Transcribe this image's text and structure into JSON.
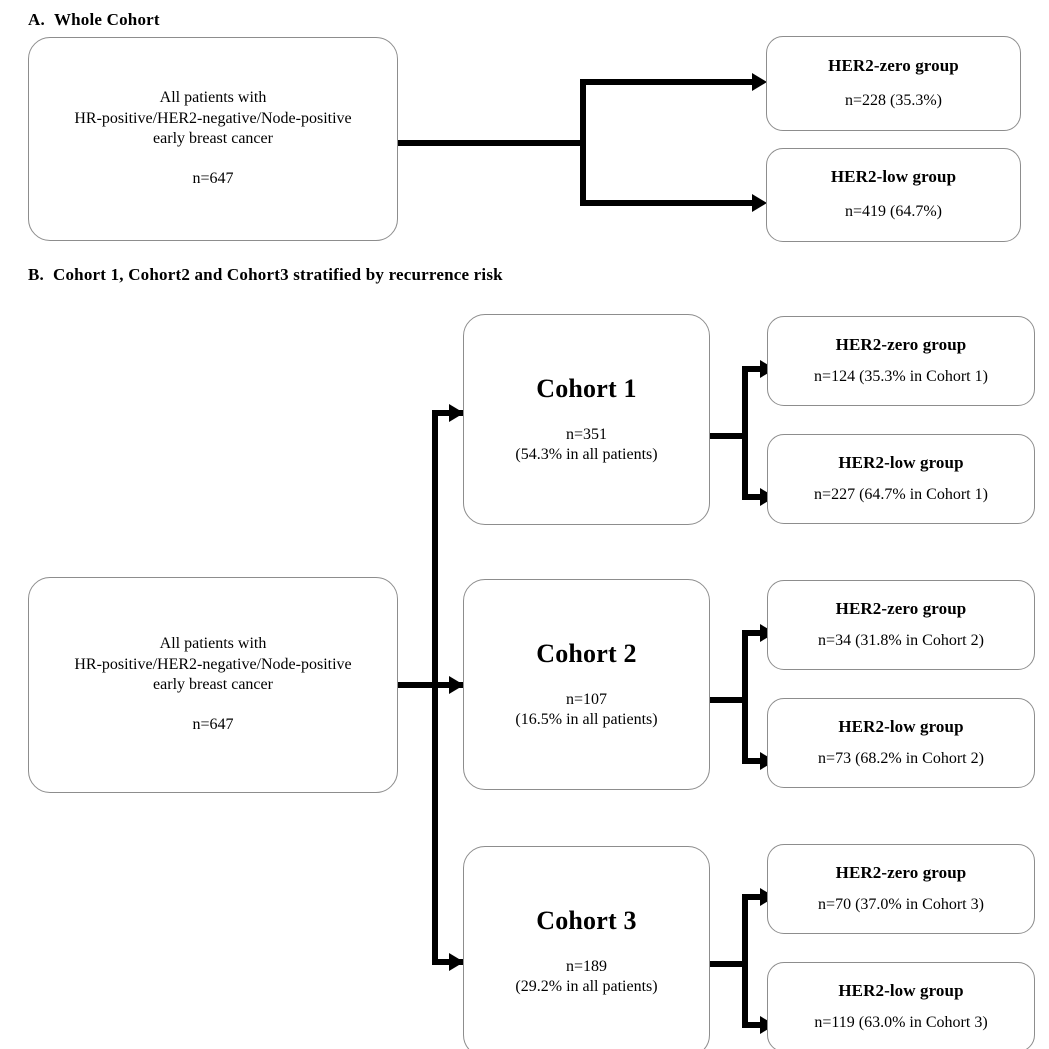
{
  "figure": {
    "type": "flowchart",
    "panels": [
      {
        "id": "A",
        "label": "A.",
        "title": "Whole Cohort",
        "source": {
          "lines": [
            "All patients with",
            "HR-positive/HER2-negative/Node-positive",
            "early breast cancer"
          ],
          "count": "n=647"
        },
        "branches": [
          {
            "title": "HER2-zero group",
            "count": "n=228 (35.3%)"
          },
          {
            "title": "HER2-low group",
            "count": "n=419 (64.7%)"
          }
        ]
      },
      {
        "id": "B",
        "label": "B.",
        "title": "Cohort 1, Cohort2 and Cohort3 stratified by recurrence risk",
        "source": {
          "lines": [
            "All patients with",
            "HR-positive/HER2-negative/Node-positive",
            "early breast cancer"
          ],
          "count": "n=647"
        },
        "cohorts": [
          {
            "title": "Cohort 1",
            "count": "n=351",
            "share": "(54.3% in all patients)",
            "branches": [
              {
                "title": "HER2-zero group",
                "count": "n=124 (35.3% in Cohort 1)"
              },
              {
                "title": "HER2-low group",
                "count": "n=227 (64.7% in Cohort 1)"
              }
            ]
          },
          {
            "title": "Cohort 2",
            "count": "n=107",
            "share": "(16.5% in all patients)",
            "branches": [
              {
                "title": "HER2-zero group",
                "count": "n=34 (31.8% in Cohort 2)"
              },
              {
                "title": "HER2-low group",
                "count": "n=73 (68.2% in Cohort 2)"
              }
            ]
          },
          {
            "title": "Cohort 3",
            "count": "n=189",
            "share": "(29.2% in all patients)",
            "branches": [
              {
                "title": "HER2-zero group",
                "count": "n=70 (37.0% in Cohort 3)"
              },
              {
                "title": "HER2-low group",
                "count": "n=119 (63.0% in Cohort 3)"
              }
            ]
          }
        ]
      }
    ],
    "colors": {
      "box_border": "#8d8d8d",
      "connector": "#000000",
      "background": "#ffffff",
      "text": "#000000"
    }
  }
}
